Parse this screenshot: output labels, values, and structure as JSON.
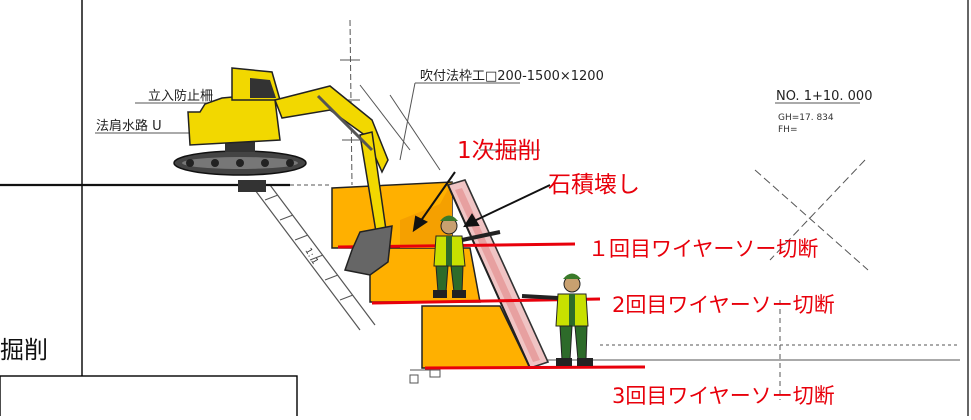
{
  "labels": {
    "barrier": "立入防止柵",
    "drain": "法肩水路 U",
    "frame": "吹付法枠工□200-1500×1200",
    "station": "NO. 1+10. 000",
    "gh": "GH=17. 834",
    "fh": "FH=",
    "slope": "1: 1",
    "excavation_first": "1次掘削",
    "stone_demolition": "石積壊し",
    "cut1": "１回目ワイヤーソー切断",
    "cut2": "2回目ワイヤーソー切断",
    "cut3": "3回目ワイヤーソー切断",
    "left_fragment": "掘削"
  },
  "colors": {
    "block": "#ffb000",
    "cut_line": "#e8000b",
    "wall_fill": "#f0c4c4",
    "worker_vest": "#c8e000",
    "excavator": "#f2d800"
  }
}
